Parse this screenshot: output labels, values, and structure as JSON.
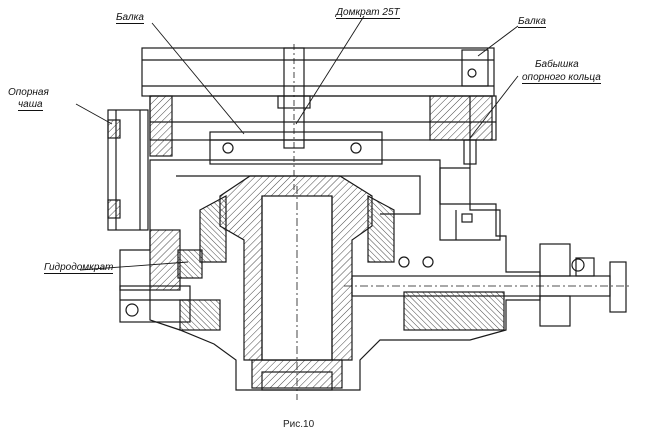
{
  "labels": {
    "balka_left": "Балка",
    "domkrat": "Домкрат 25Т",
    "balka_right": "Балка",
    "babyshka_line1": "Бабышка",
    "babyshka_line2": "опорного кольца",
    "opornaya_line1": "Опорная",
    "opornaya_line2": "чаша",
    "gidrodomkrat": "Гидродомкрат"
  },
  "caption": "Рис.10"
}
